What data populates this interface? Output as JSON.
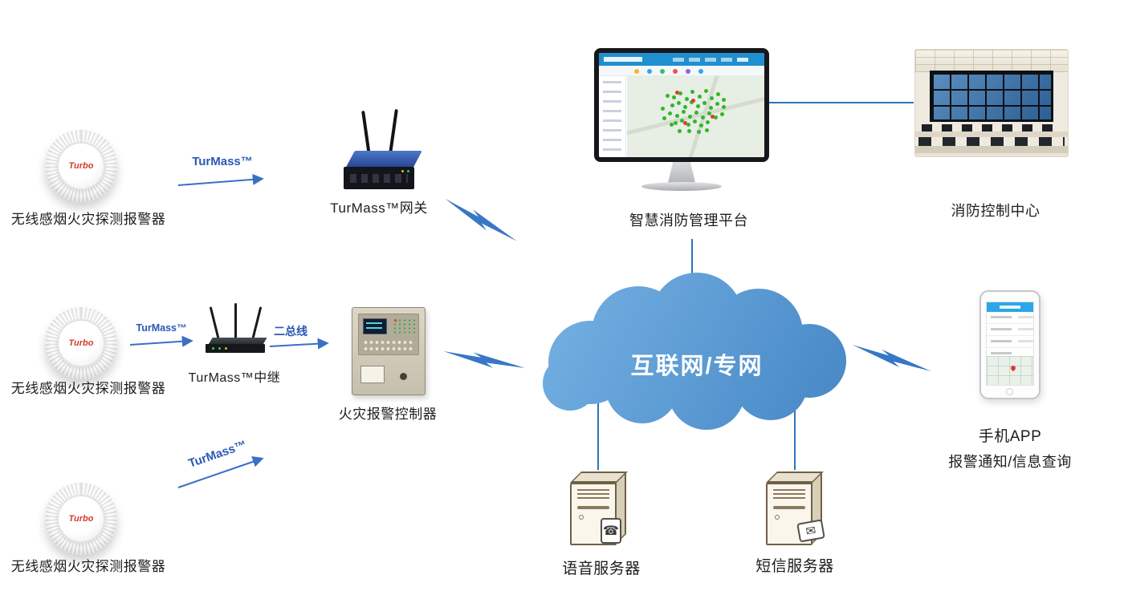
{
  "nodes": {
    "detector_top": {
      "label": "无线感烟火灾探测报警器",
      "brand": "Turbo"
    },
    "detector_mid": {
      "label": "无线感烟火灾探测报警器",
      "brand": "Turbo"
    },
    "detector_bottom": {
      "label": "无线感烟火灾探测报警器",
      "brand": "Turbo"
    },
    "gateway": {
      "label": "TurMass™网关"
    },
    "repeater": {
      "label": "TurMass™中继"
    },
    "controller": {
      "label": "火灾报警控制器"
    },
    "platform": {
      "label": "智慧消防管理平台"
    },
    "control_center": {
      "label": "消防控制中心"
    },
    "cloud": {
      "label": "互联网/专网"
    },
    "voice_server": {
      "label": "语音服务器",
      "badge_icon": "☎"
    },
    "sms_server": {
      "label": "短信服务器",
      "badge_icon": "✉"
    },
    "mobile_app": {
      "label_line1": "手机APP",
      "label_line2": "报警通知/信息查询"
    }
  },
  "edges": {
    "turmass_top": {
      "label": "TurMass™"
    },
    "turmass_mid": {
      "label": "TurMass™"
    },
    "turmass_bottom": {
      "label": "TurMass™"
    },
    "two_bus": {
      "label": "二总线"
    }
  },
  "colors": {
    "connector_blue": "#2e75b6",
    "edge_label_blue": "#2a58b6",
    "cloud_blue": "#5b9bd5",
    "map_marker_green": "#2db82d",
    "map_marker_red": "#e03a2c"
  }
}
